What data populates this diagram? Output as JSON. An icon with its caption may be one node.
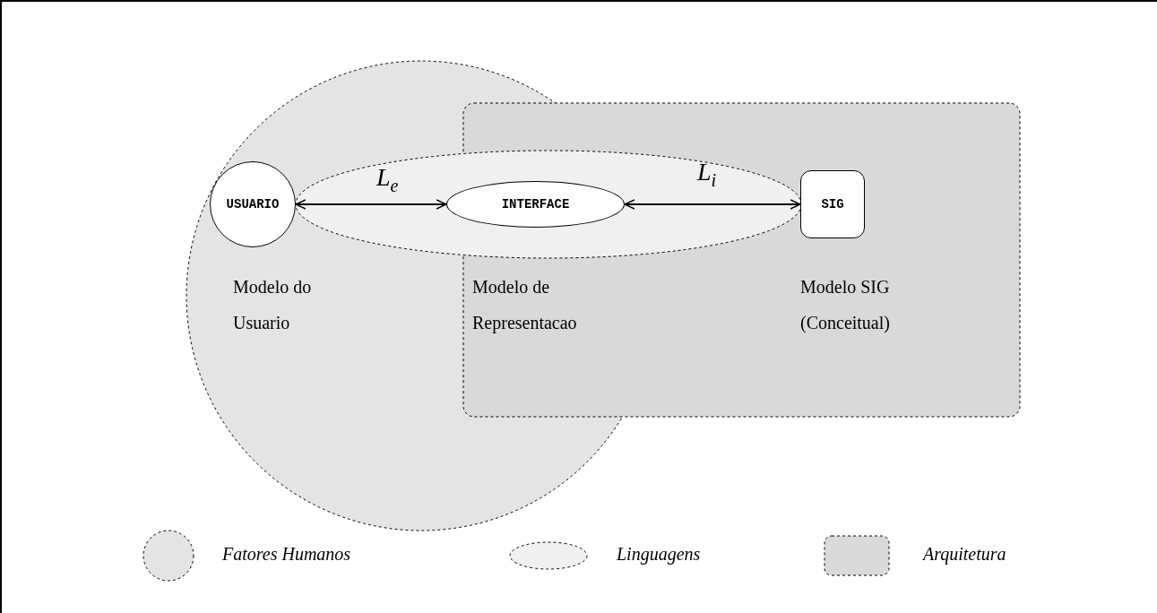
{
  "diagram": {
    "nodes": [
      {
        "text": [
          "USUARIO"
        ]
      },
      {
        "text": [
          "INTERFACE"
        ]
      },
      {
        "text": [
          "SIG"
        ]
      }
    ],
    "edges": [
      {
        "from": 0,
        "to": 1,
        "arrow": "both",
        "label": "L$_{e}$"
      },
      {
        "from": 1,
        "to": 2,
        "arrow": "both",
        "label": "L$_{i}$"
      }
    ],
    "labels": [
      "Modelo do Usuario",
      "Modelo de Representacao",
      "Modelo SIG (Conceitual)"
    ],
    "legend": [
      {
        "text": "Fatores Humanos",
        "color": "#e4e4e4"
      },
      {
        "text": "Linguagens",
        "color": "#f0f0f0"
      },
      {
        "text": "Arquitetura",
        "color": "#d9d9d9"
      }
    ]
  }
}
